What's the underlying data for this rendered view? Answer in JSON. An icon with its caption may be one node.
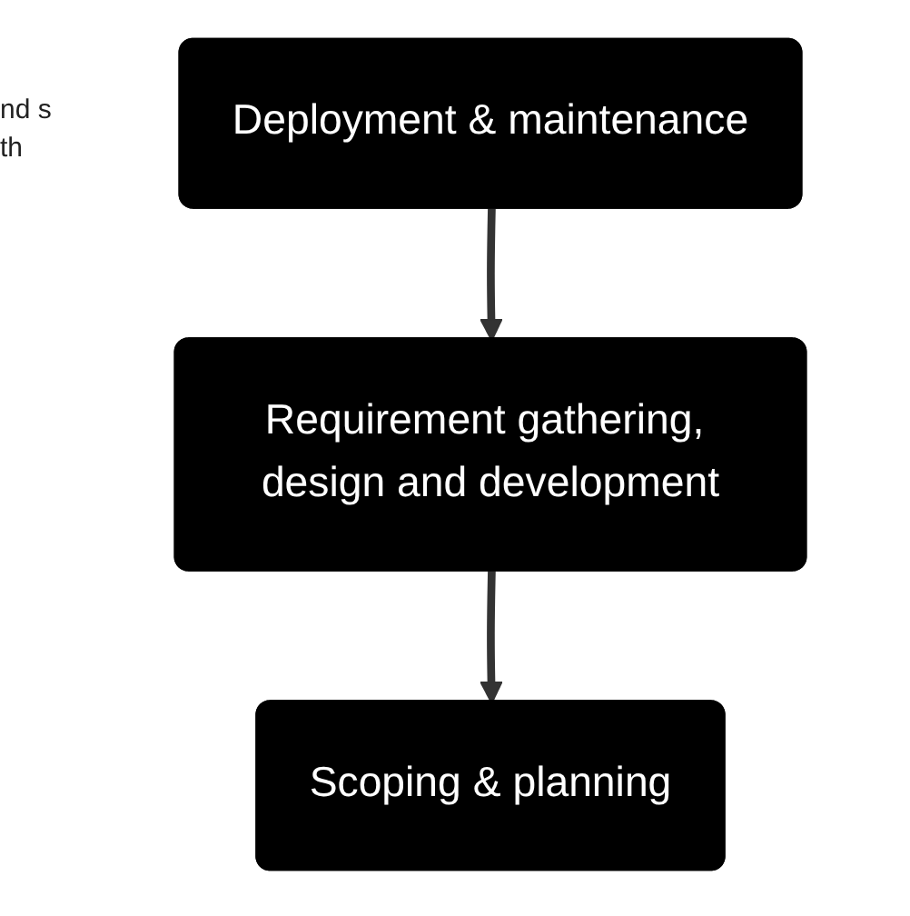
{
  "diagram": {
    "nodes": [
      {
        "text": [
          "Requirement gathering, design and development"
        ]
      },
      {
        "text": [
          "Deployment & maintenance"
        ]
      },
      {
        "text": [
          "Scoping & planning"
        ]
      }
    ],
    "edges": [
      {
        "from": 1,
        "to": 0,
        "arrow": "to"
      },
      {
        "from": 0,
        "to": 2,
        "arrow": "to"
      }
    ],
    "labels": [
      "nd s th"
    ]
  }
}
